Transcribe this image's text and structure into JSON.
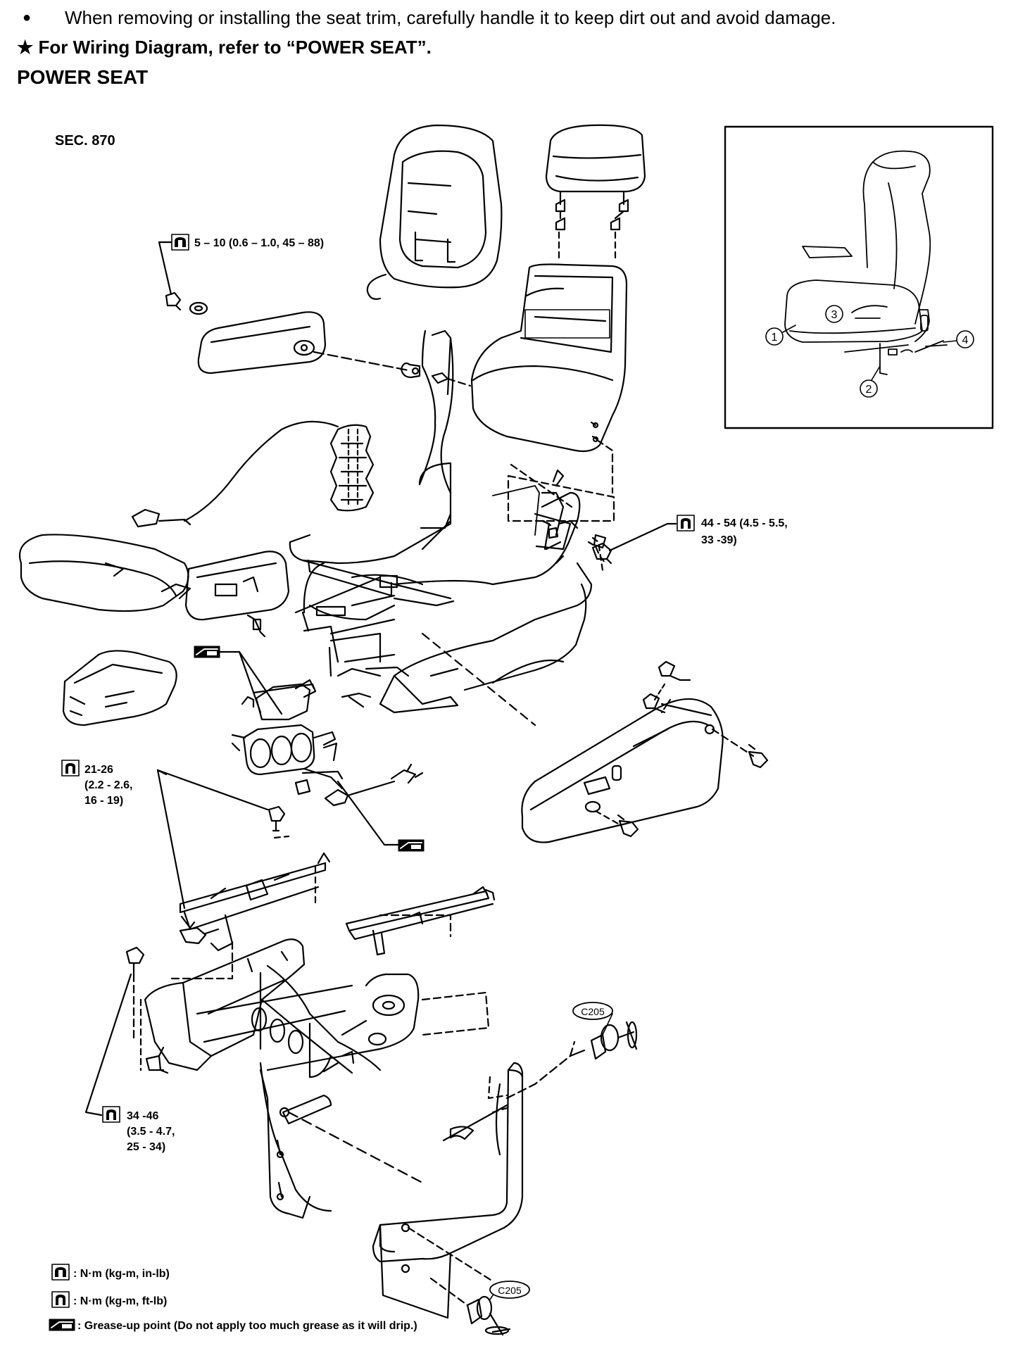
{
  "header": {
    "bullet_text": "When removing or installing the seat trim, carefully handle it to keep dirt out and avoid damage.",
    "star_note": "★ For Wiring Diagram, refer to “POWER SEAT”.",
    "section_title": "POWER SEAT"
  },
  "diagram": {
    "sec_label": "SEC. 870",
    "torques": {
      "t1": "5 – 10 (0.6 – 1.0, 45 – 88)",
      "t2_line1": "44 - 54 (4.5 - 5.5,",
      "t2_line2": "33 -39)",
      "t3_line1": "21-26",
      "t3_line2": "(2.2 - 2.6,",
      "t3_line3": "16 - 19)",
      "t4_line1": "34 -46",
      "t4_line2": "(3.5 - 4.7,",
      "t4_line3": "25 - 34)"
    },
    "clip_labels": [
      "C205",
      "C205"
    ],
    "inset_callouts": [
      "1",
      "2",
      "3",
      "4"
    ]
  },
  "legend": {
    "item1": ": N·m (kg-m, in-lb)",
    "item2": ": N·m (kg-m, ft-lb)",
    "item3": ": Grease-up point (Do not apply too much grease as it will drip.)"
  }
}
